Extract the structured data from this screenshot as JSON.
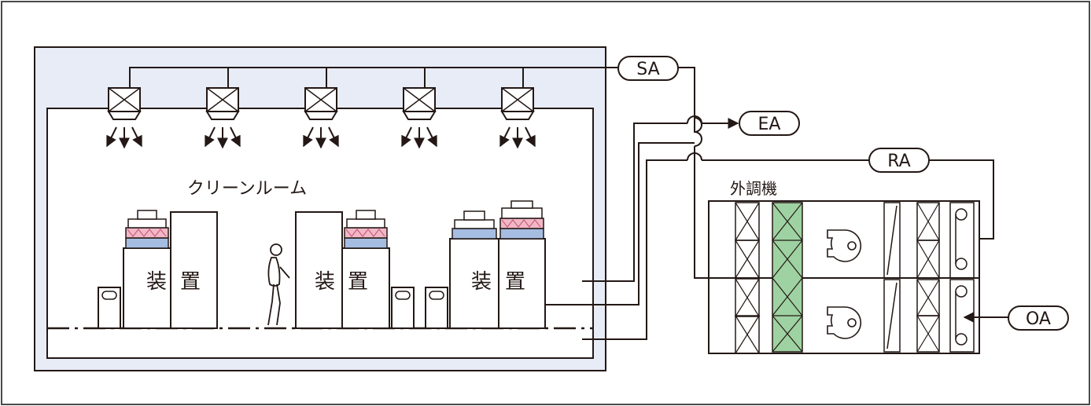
{
  "colors": {
    "frame": "#4a4a4a",
    "line": "#231815",
    "room_bg": "#e7ecf7",
    "filter_pink": "#f2b7c6",
    "filter_blue": "#a6bde2",
    "coil_green": "#9fd2a2"
  },
  "labels": {
    "sa": "SA",
    "ea": "EA",
    "ra": "RA",
    "oa": "OA",
    "cleanroom": "クリーンルーム",
    "ahu": "外調機"
  },
  "equipment": [
    {
      "label_a": "装",
      "label_b": "置"
    },
    {
      "label_a": "装",
      "label_b": "置"
    },
    {
      "label_a": "装",
      "label_b": "置"
    }
  ],
  "icons": [
    "ffu-icon",
    "downflow-arrow-icon",
    "person-icon",
    "fan-icon",
    "damper-icon",
    "filter-icon",
    "coil-icon"
  ]
}
